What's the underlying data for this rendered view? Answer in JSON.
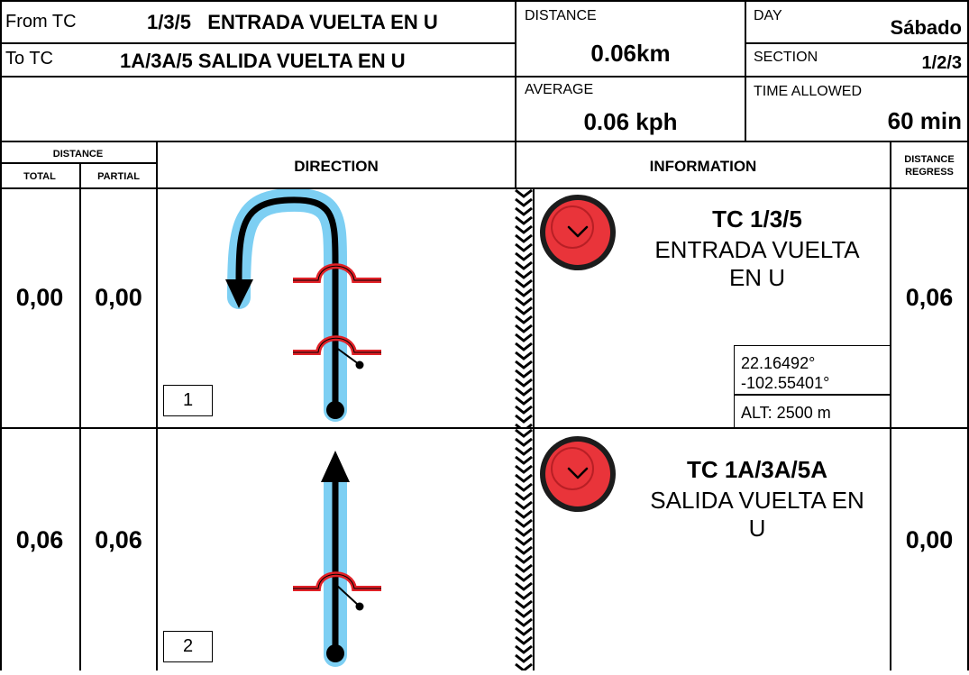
{
  "header": {
    "from_label": "From TC",
    "from_value": "1/3/5   ENTRADA VUELTA EN U",
    "to_label": "To TC",
    "to_value": "1A/3A/5 SALIDA VUELTA EN U",
    "distance_label": "DISTANCE",
    "distance_value": "0.06km",
    "day_label": "DAY",
    "day_value": "Sábado",
    "section_label": "SECTION",
    "section_value": "1/2/3",
    "average_label": "AVERAGE",
    "average_value": "0.06 kph",
    "time_allowed_label": "TIME ALLOWED",
    "time_allowed_value": "60 min"
  },
  "columns": {
    "distance": "DISTANCE",
    "total": "TOTAL",
    "partial": "PARTIAL",
    "direction": "DIRECTION",
    "information": "INFORMATION",
    "distance_regress_1": "DISTANCE",
    "distance_regress_2": "REGRESS"
  },
  "rows": [
    {
      "total": "0,00",
      "partial": "0,00",
      "number": "1",
      "tc_title": "TC 1/3/5",
      "tc_line1": "ENTRADA VUELTA",
      "tc_line2": "EN U",
      "lat": "22.16492°",
      "lon": "-102.55401°",
      "alt": "ALT: 2500 m",
      "regress": "0,06",
      "icon": "time-control-icon"
    },
    {
      "total": "0,06",
      "partial": "0,06",
      "number": "2",
      "tc_title": "TC 1A/3A/5A",
      "tc_line1": "SALIDA VUELTA EN",
      "tc_line2": "U",
      "regress": "0,00",
      "icon": "time-control-icon"
    }
  ],
  "colors": {
    "track_outline": "#7dcff3",
    "track": "#000000",
    "junction": "#e02127",
    "control_red": "#e9343a"
  }
}
